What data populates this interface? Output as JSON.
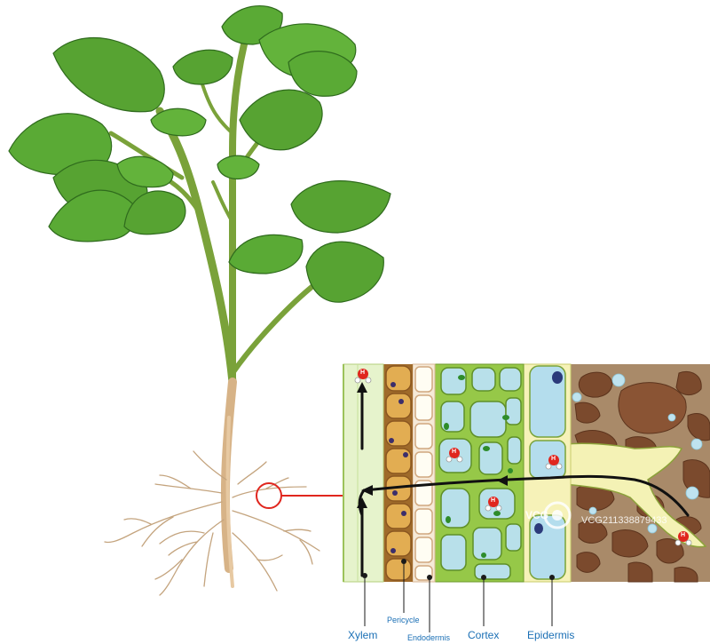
{
  "labels": {
    "xylem": "Xylem",
    "pericycle": "Pericycle",
    "endodermis": "Endodermis",
    "cortex": "Cortex",
    "epidermis": "Epidermis"
  },
  "molecule": {
    "center": "H",
    "sides": "H"
  },
  "watermark": {
    "logo": "VCG",
    "id": "VCG211338879433"
  },
  "colors": {
    "label": "#1a6fb5",
    "leaf": "#4e9a2c",
    "leaf_light": "#7fc04a",
    "stem": "#8fb04a",
    "root": "#c7ad88",
    "soil": "#a88866",
    "rock": "#7a4a2c",
    "pointer": "#e0261e",
    "xylem": "#e8f4cf",
    "pericycle": "#d19a4a",
    "cortex": "#9cc94b",
    "cell": "#b7e0ec"
  }
}
